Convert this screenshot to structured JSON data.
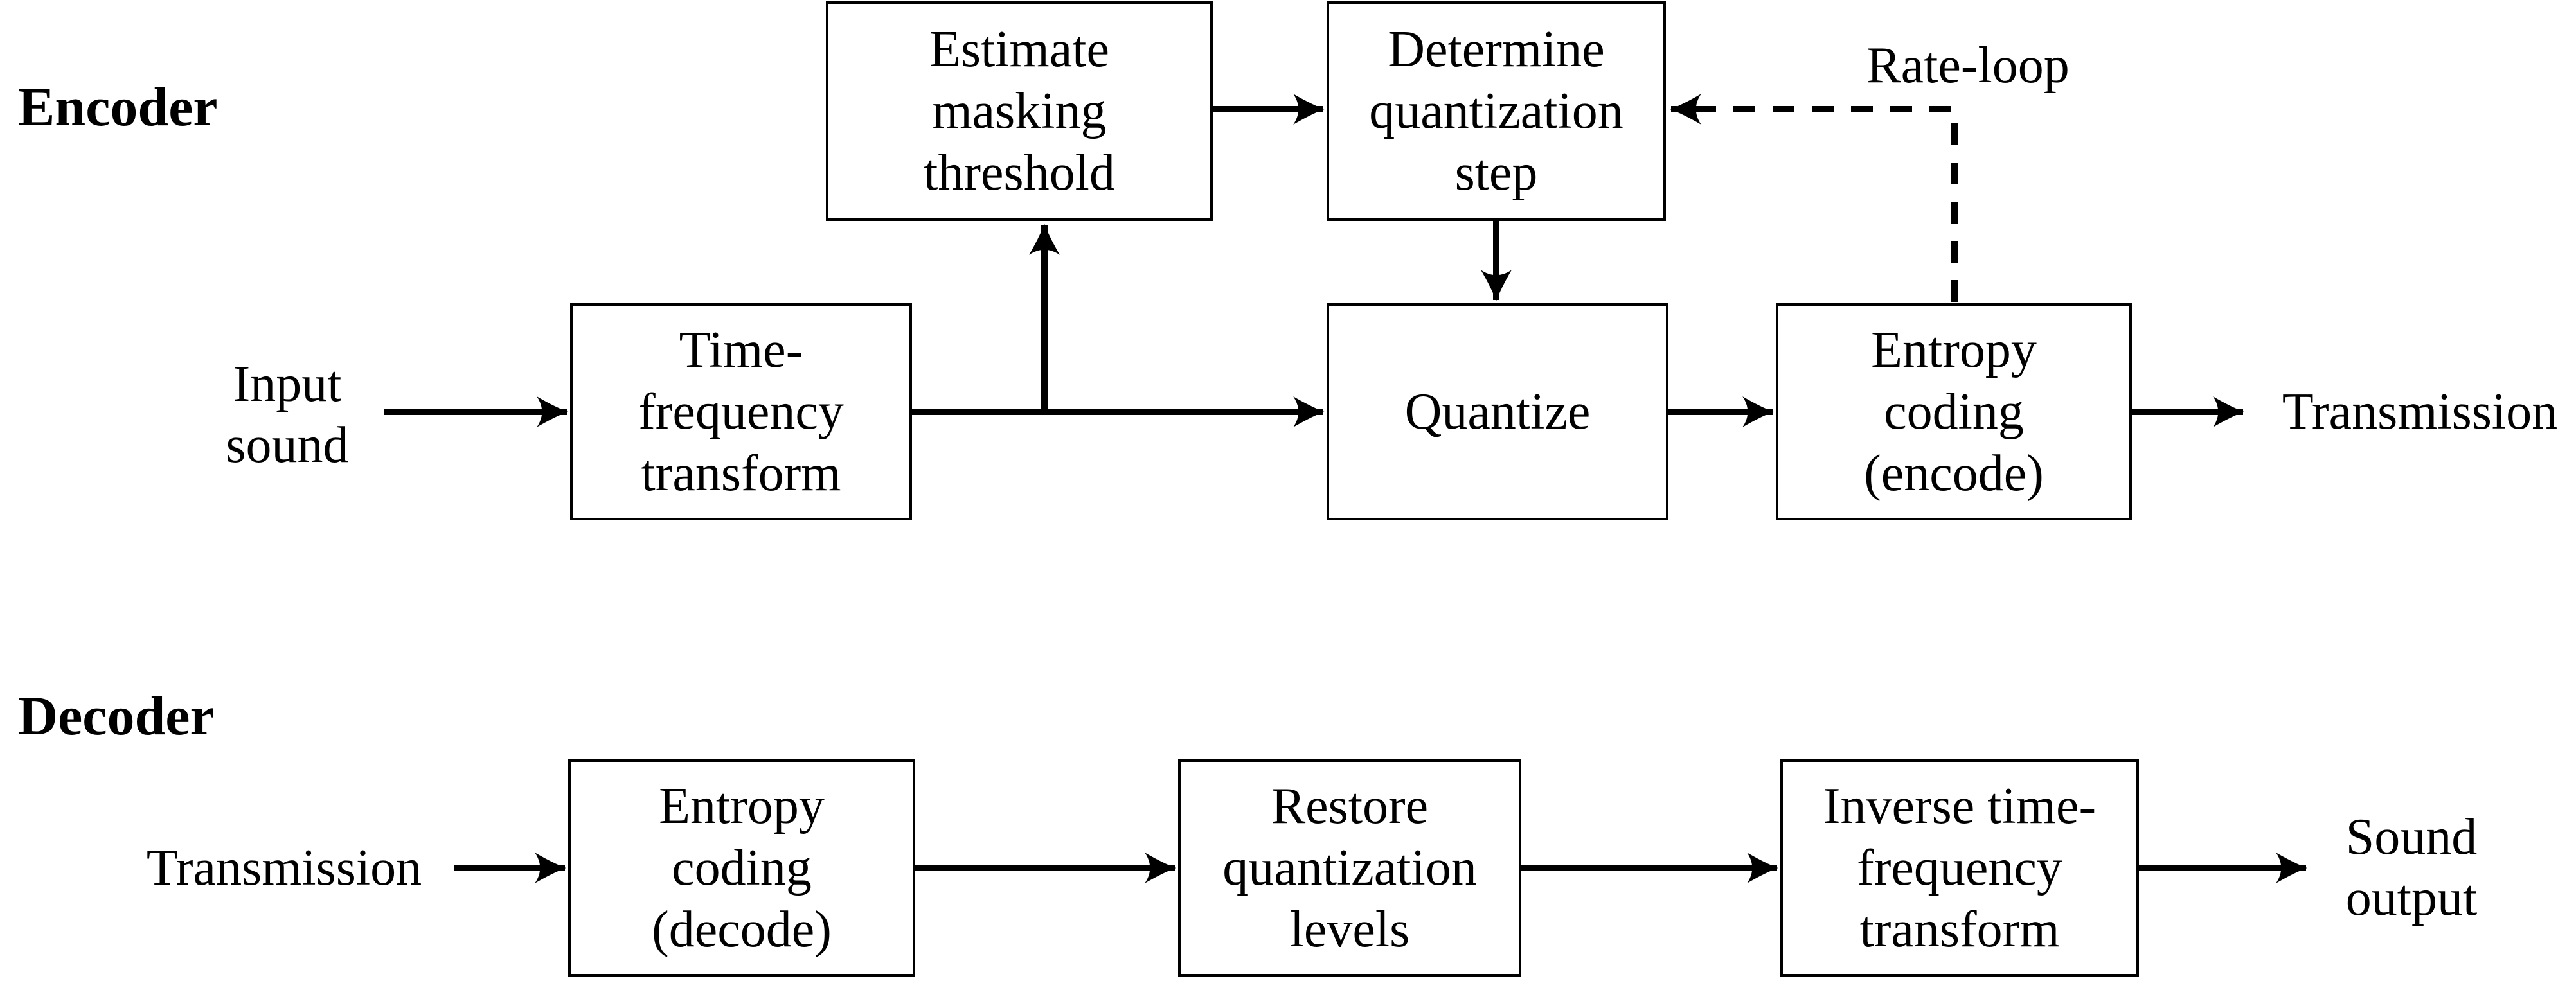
{
  "diagram": {
    "title_hint": "Perceptual audio codec block diagram",
    "colors": {
      "background": "#ffffff",
      "line": "#000000",
      "text": "#000000"
    },
    "encoder": {
      "section_label": "Encoder",
      "input_label": "Input\nsound",
      "boxes": {
        "time_frequency": "Time-\nfrequency\ntransform",
        "estimate_masking": "Estimate\nmasking\nthreshold",
        "determine_step": "Determine\nquantization\nstep",
        "quantize": "Quantize",
        "entropy_encode": "Entropy\ncoding\n(encode)"
      },
      "rate_loop_label": "Rate-loop",
      "output_label": "Transmission"
    },
    "decoder": {
      "section_label": "Decoder",
      "input_label": "Transmission",
      "boxes": {
        "entropy_decode": "Entropy\ncoding\n(decode)",
        "restore_levels": "Restore\nquantization\nlevels",
        "inverse_time_frequency": "Inverse time-\nfrequency\ntransform"
      },
      "output_label": "Sound\noutput"
    },
    "connections": [
      {
        "from": "Input sound",
        "to": "Time-frequency transform",
        "style": "solid"
      },
      {
        "from": "Time-frequency transform",
        "to": "Quantize",
        "style": "solid"
      },
      {
        "from": "Time-frequency transform",
        "to": "Estimate masking threshold",
        "style": "solid"
      },
      {
        "from": "Estimate masking threshold",
        "to": "Determine quantization step",
        "style": "solid"
      },
      {
        "from": "Determine quantization step",
        "to": "Quantize",
        "style": "solid"
      },
      {
        "from": "Quantize",
        "to": "Entropy coding (encode)",
        "style": "solid"
      },
      {
        "from": "Entropy coding (encode)",
        "to": "Transmission",
        "style": "solid"
      },
      {
        "from": "Entropy coding (encode)",
        "to": "Determine quantization step",
        "style": "dashed",
        "label": "Rate-loop"
      },
      {
        "from": "Transmission",
        "to": "Entropy coding (decode)",
        "style": "solid"
      },
      {
        "from": "Entropy coding (decode)",
        "to": "Restore quantization levels",
        "style": "solid"
      },
      {
        "from": "Restore quantization levels",
        "to": "Inverse time-frequency transform",
        "style": "solid"
      },
      {
        "from": "Inverse time-frequency transform",
        "to": "Sound output",
        "style": "solid"
      }
    ]
  }
}
